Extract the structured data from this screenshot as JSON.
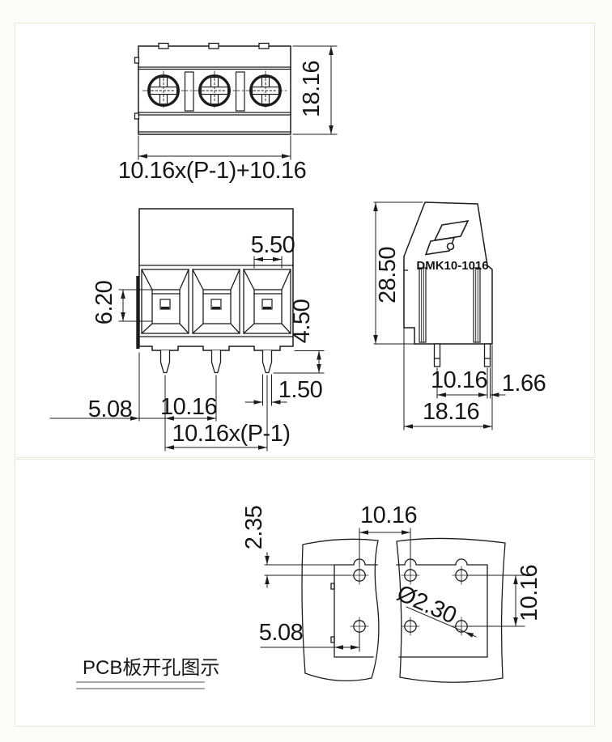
{
  "page": {
    "background": "#fbfbf7",
    "panel_border_color": "#e4ebd9",
    "line_color": "#1c1c1c"
  },
  "views": {
    "top": {
      "height": "18.16",
      "width_formula": "10.16x(P-1)+10.16"
    },
    "front": {
      "opening_width": "5.50",
      "opening_height": "6.20",
      "pin_length": "4.50",
      "pin_width": "1.50",
      "edge_to_pin": "5.08",
      "pitch": "10.16",
      "total_pitch": "10.16x(P-1)"
    },
    "side": {
      "model": "DMK10-1016",
      "height": "28.50",
      "pin_spacing": "10.16",
      "pin_width": "1.66",
      "depth": "18.16"
    },
    "pcb": {
      "edge_to_hole": "2.35",
      "hole_pitch_h": "10.16",
      "hole_diameter": "Ø2.30",
      "hole_pitch_v": "10.16",
      "edge_offset": "5.08",
      "caption": "PCB板开孔图示"
    }
  }
}
